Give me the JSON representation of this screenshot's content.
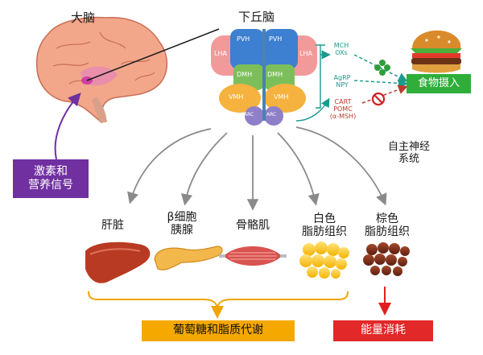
{
  "brain": {
    "label": "大脑"
  },
  "hypothalamus": {
    "label": "下丘脑",
    "regions": {
      "pvh_left": "PVH",
      "pvh_right": "PVH",
      "lha_left": "LHA",
      "lha_right": "LHA",
      "dmh_left": "DMH",
      "dmh_right": "DMH",
      "vmh_left": "VMH",
      "vmh_right": "VMH",
      "arc_left": "ARC",
      "arc_right": "ARC"
    }
  },
  "neuropeptides": {
    "mch_oxs": [
      "MCH",
      "OXs"
    ],
    "agrp_npy": [
      "AgRP",
      "NPY"
    ],
    "cart_pomc": [
      "CART",
      "POMC",
      "(α-MSH)"
    ]
  },
  "food_intake": {
    "label": "食物摄入"
  },
  "hormones_box": {
    "lines": [
      "激素和",
      "营养信号"
    ]
  },
  "autonomic": {
    "lines": [
      "自主神经",
      "系统"
    ]
  },
  "organs": {
    "liver": [
      "肝脏"
    ],
    "pancreas": [
      "β细胞",
      "胰腺"
    ],
    "muscle": [
      "骨骼肌"
    ],
    "white_fat": [
      "白色",
      "脂肪组织"
    ],
    "brown_fat": [
      "棕色",
      "脂肪组织"
    ]
  },
  "outcomes": {
    "glucose_lipid": "葡萄糖和脂质代谢",
    "energy": "能量消耗"
  },
  "colors": {
    "accent_purple": "#7030a0",
    "orange": "#f0a400",
    "red": "#e02020",
    "teal": "#1b9a8e",
    "crimson": "#c0392b"
  }
}
